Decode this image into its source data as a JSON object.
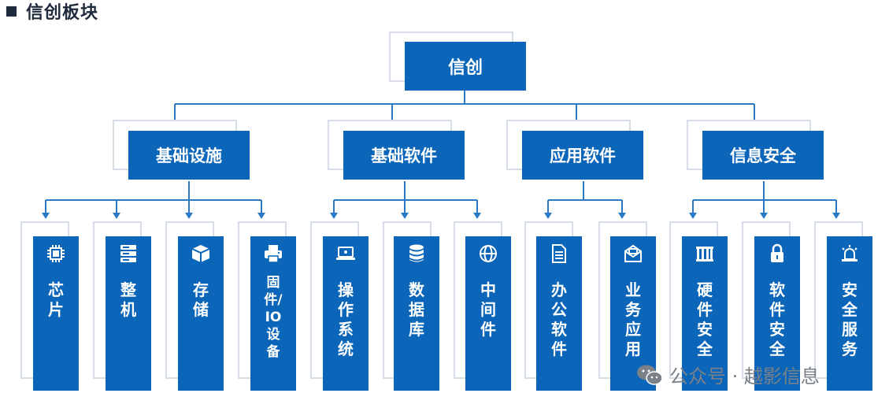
{
  "heading": {
    "title": "信创板块"
  },
  "root": {
    "label": "信创"
  },
  "categories": [
    {
      "label": "基础设施"
    },
    {
      "label": "基础软件"
    },
    {
      "label": "应用软件"
    },
    {
      "label": "信息安全"
    }
  ],
  "leaves": [
    {
      "label": "芯片",
      "icon": "chip-icon"
    },
    {
      "label": "整机",
      "icon": "server-icon"
    },
    {
      "label": "存储",
      "icon": "box-icon"
    },
    {
      "label": "固件/IO设备",
      "icon": "printer-icon"
    },
    {
      "label": "操作系统",
      "icon": "laptop-icon"
    },
    {
      "label": "数据库",
      "icon": "database-icon"
    },
    {
      "label": "中间件",
      "icon": "globe-icon"
    },
    {
      "label": "办公软件",
      "icon": "document-icon"
    },
    {
      "label": "业务应用",
      "icon": "mail-icon"
    },
    {
      "label": "硬件安全",
      "icon": "gate-icon"
    },
    {
      "label": "软件安全",
      "icon": "lock-icon"
    },
    {
      "label": "安全服务",
      "icon": "alarm-icon"
    }
  ],
  "watermark": {
    "text": "公众号 · 越影信息",
    "icon": "wechat-icon"
  },
  "colors": {
    "box": "#0b65b8",
    "line": "#2a79c3",
    "ghost": "#d6dde6",
    "heading": "#1f2b3d"
  }
}
